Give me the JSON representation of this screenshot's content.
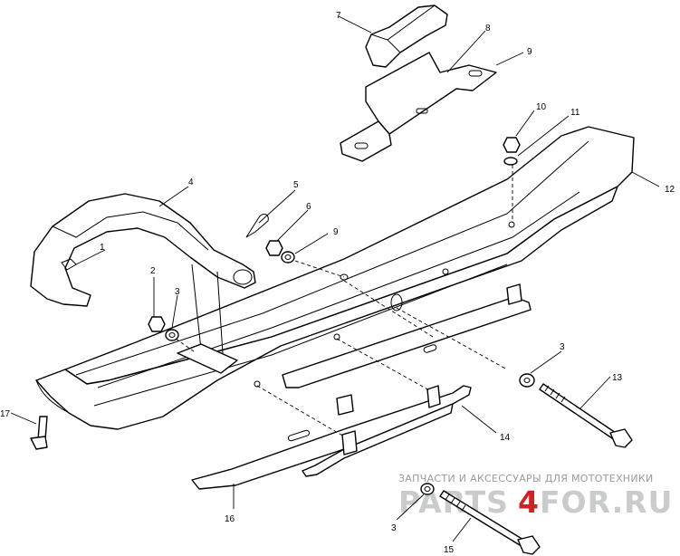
{
  "diagram": {
    "callouts": {
      "c1": "1",
      "c2": "2",
      "c3a": "3",
      "c3b": "3",
      "c3c": "3",
      "c4": "4",
      "c5": "5",
      "c6": "6",
      "c7": "7",
      "c8": "8",
      "c9a": "9",
      "c9b": "9",
      "c10": "10",
      "c11": "11",
      "c12": "12",
      "c13": "13",
      "c14": "14",
      "c15": "15",
      "c16": "16",
      "c17": "17"
    }
  },
  "watermark": {
    "top_text": "ЗАПЧАСТИ И АКСЕССУАРЫ ДЛЯ МОТОТЕХНИКИ",
    "brand_left": "PARTS",
    "brand_mark": "4",
    "brand_right": "FOR.RU"
  },
  "colors": {
    "line": "#000000",
    "background": "#ffffff",
    "watermark_gray": "#c9cbcc",
    "watermark_red": "#cf2222"
  }
}
